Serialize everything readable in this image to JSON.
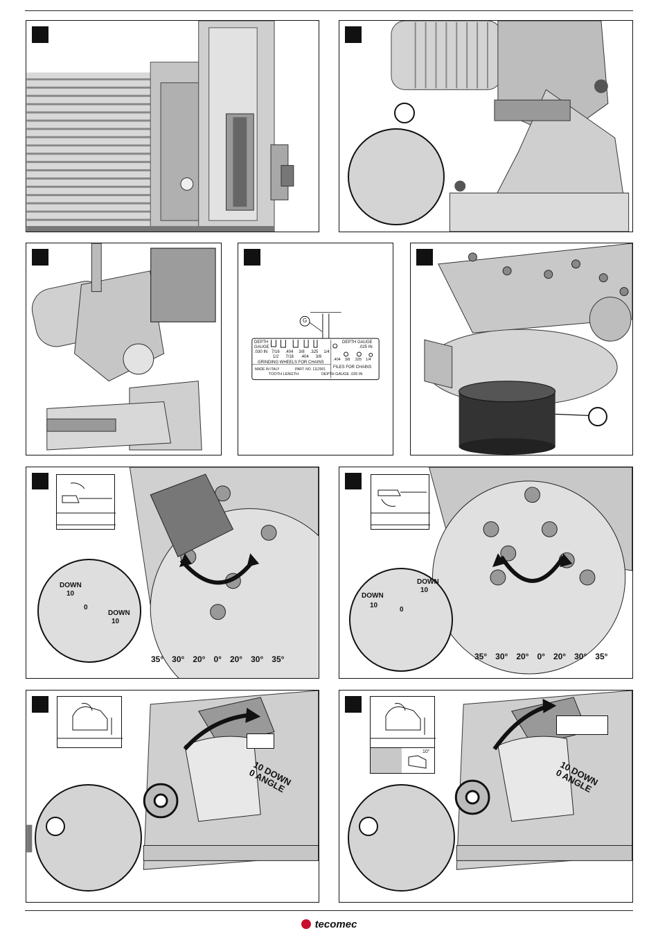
{
  "panels": [
    {
      "id": 1
    },
    {
      "id": 2,
      "callout_letter": ""
    },
    {
      "id": 3
    },
    {
      "id": 4,
      "label_letter": "G",
      "plate": {
        "depth_gauge_left": "DEPTH\nGAUGE\n.030 IN",
        "row1": [
          "7/16",
          ".404",
          "3/8",
          ".325",
          "1/4"
        ],
        "row2": [
          "1/2",
          "7/16",
          ".404",
          "3/8"
        ],
        "grinding": "GRINDING WHEELS FOR CHAINS",
        "made": "MADE IN ITALY",
        "part": "PART. NO. 1112001",
        "tooth": "TOOTH LENGTH",
        "depth_gauge_right": "DEPTH GAUGE\n.025 IN",
        "files_row": [
          ".404",
          "3/8",
          ".325",
          "1/4"
        ],
        "files": "FILES FOR CHAINS",
        "depth_bottom": "DEPTH GAUGE .035 IN"
      }
    },
    {
      "id": 5,
      "callout_letter": ""
    },
    {
      "id": 6,
      "scale": {
        "down_left": "DOWN",
        "ten_left": "10",
        "zero": "0",
        "down_right": "DOWN",
        "ten_right": "10",
        "ticks": [
          "35°",
          "30°",
          "20°",
          "0°",
          "20°",
          "30°",
          "35°"
        ]
      }
    },
    {
      "id": 7,
      "scale": {
        "down_left": "DOWN",
        "ten_left": "10",
        "zero": "0",
        "down_right": "DOWN",
        "ten_right": "10",
        "ticks": [
          "35°",
          "30°",
          "20°",
          "0°",
          "20°",
          "30°",
          "35°"
        ]
      }
    },
    {
      "id": 8,
      "down_angle": "10 DOWN\n0 ANGLE",
      "callout_letter": ""
    },
    {
      "id": 9,
      "down_angle": "10 DOWN\n0 ANGLE",
      "callout_letter": "",
      "inset_angle": "10°"
    }
  ],
  "footer": {
    "brand": "tecomec"
  }
}
